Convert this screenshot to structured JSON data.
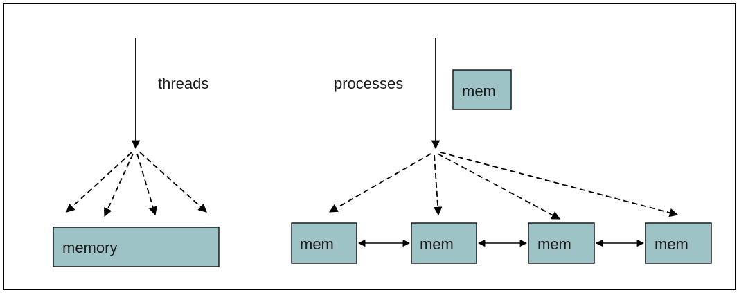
{
  "threads": {
    "label": "threads",
    "memory_label": "memory"
  },
  "processes": {
    "label": "processes",
    "legend_mem_label": "mem",
    "mem_labels": [
      "mem",
      "mem",
      "mem",
      "mem"
    ]
  },
  "colors": {
    "box_fill": "#9ec3c7",
    "stroke": "#000000",
    "text": "#1a1a1a"
  }
}
